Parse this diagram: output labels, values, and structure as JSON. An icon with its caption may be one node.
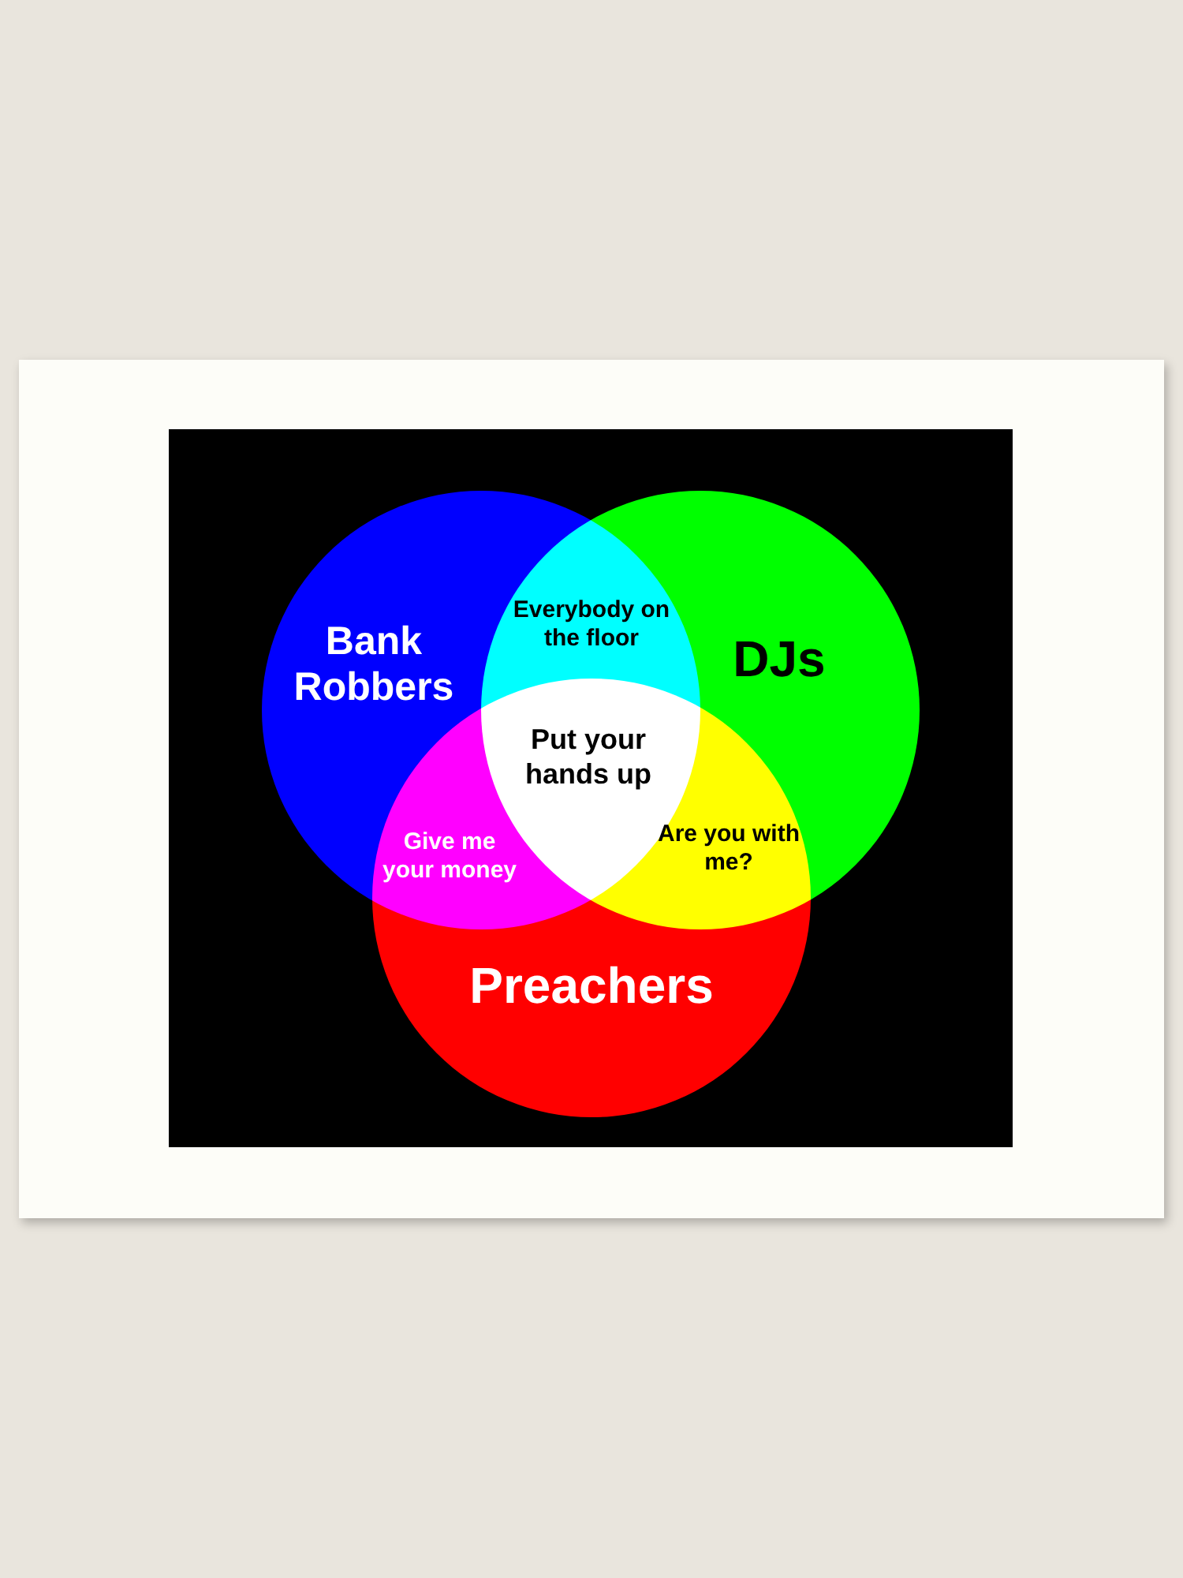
{
  "diagram": {
    "nodes": [
      {
        "text": [
          "Bank Robbers"
        ]
      },
      {
        "text": [
          "DJs"
        ]
      },
      {
        "text": [
          "Preachers"
        ]
      }
    ],
    "edges": [],
    "labels": [
      "Everybody on the floor",
      "Put your hands up",
      "Give me your money",
      "Are you with me?"
    ]
  }
}
